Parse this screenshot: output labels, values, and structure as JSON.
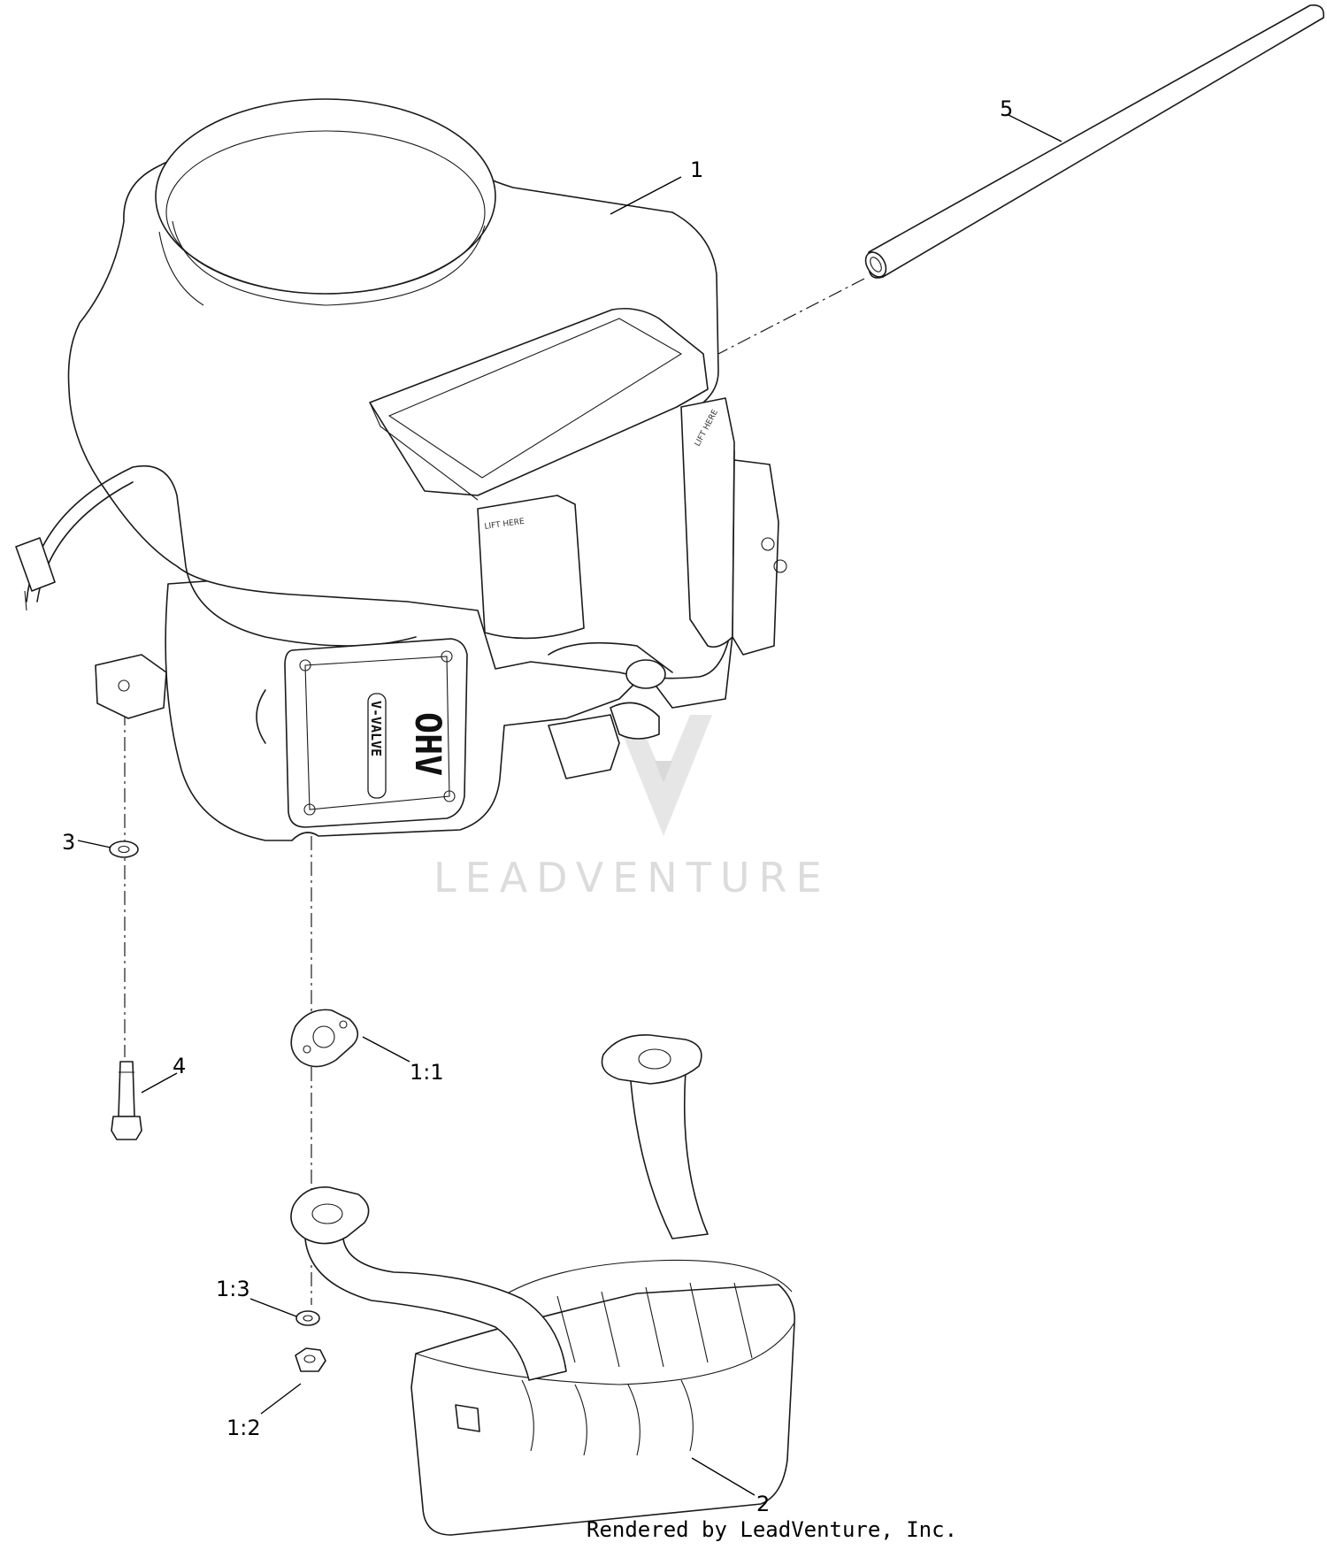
{
  "callouts": {
    "part_1": "1",
    "part_2": "2",
    "part_3": "3",
    "part_4": "4",
    "part_5": "5",
    "part_1_1": "1:1",
    "part_1_2": "1:2",
    "part_1_3": "1:3"
  },
  "engine_markings": {
    "ohv": "OHV",
    "v_valve": "V-VALVE",
    "lift_here_front": "LIFT HERE",
    "lift_here_side": "LIFT HERE"
  },
  "watermark": {
    "text": "LEADVENTURE"
  },
  "footer": {
    "credit": "Rendered by LeadVenture, Inc."
  },
  "colors": {
    "line": "#1a1a1a",
    "watermark": "#dcdcdc",
    "background": "#ffffff"
  }
}
